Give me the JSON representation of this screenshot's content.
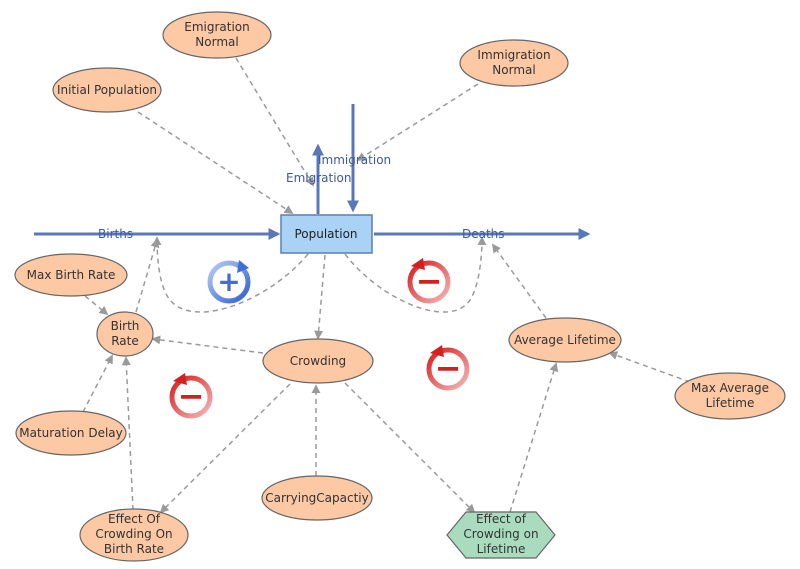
{
  "stock": {
    "label": "Population"
  },
  "flows": {
    "births": "Births",
    "deaths": "Deaths",
    "emigration": "Emigration",
    "immigration": "Immigration"
  },
  "variables": {
    "emigration_normal": [
      "Emigration",
      "Normal"
    ],
    "immigration_normal": [
      "Immigration",
      "Normal"
    ],
    "initial_population": [
      "Initial Population"
    ],
    "max_birth_rate": [
      "Max Birth Rate"
    ],
    "birth_rate": [
      "Birth",
      "Rate"
    ],
    "crowding": [
      "Crowding"
    ],
    "average_lifetime": [
      "Average Lifetime"
    ],
    "max_average_lifetime": [
      "Max Average",
      "Lifetime"
    ],
    "maturation_delay": [
      "Maturation Delay"
    ],
    "carrying_capacity": [
      "CarryingCapactiy"
    ],
    "effect_crowding_birth": [
      "Effect Of",
      "Crowding On",
      "Birth Rate"
    ],
    "effect_crowding_lifetime": [
      "Effect of",
      "Crowding on",
      "Lifetime"
    ]
  },
  "loops": {
    "reinforcing": "+",
    "balancing_deaths": "−",
    "balancing_lifetime": "−",
    "balancing_birth": "−"
  },
  "colors": {
    "flow": "#5a78b8",
    "variable_fill": "#fdc8a4",
    "stock_fill": "#a9d2f5",
    "converter_fill": "#a9dcbf",
    "reinforcing_loop": "#3d6fd6",
    "balancing_loop": "#d63030"
  }
}
